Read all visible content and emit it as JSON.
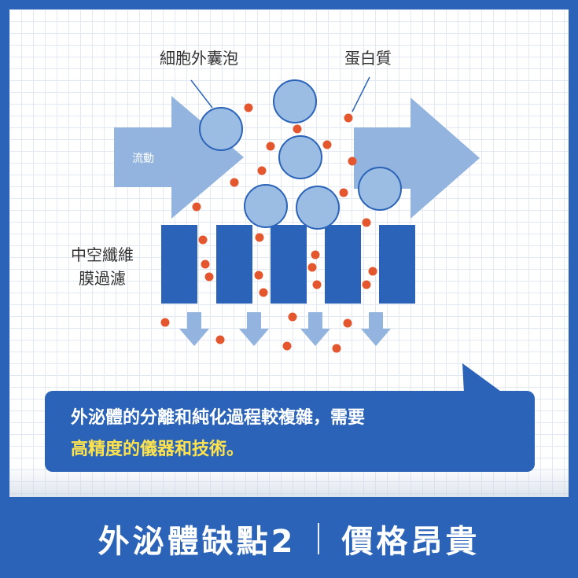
{
  "labels": {
    "vesicle": "細胞外囊泡",
    "protein": "蛋白質",
    "flow": "流動",
    "membrane_line1": "中空纖維",
    "membrane_line2": "膜過濾"
  },
  "callout": {
    "line1": "外泌體的分離和純化過程較複雜，需要",
    "line2": "高精度的儀器和技術。"
  },
  "footer": {
    "left": "外泌體缺點2",
    "right": "價格昂貴"
  },
  "colors": {
    "navy": "#2a63b8",
    "arrow": "#92b4de",
    "vesicle_fill": "#9bbde3",
    "vesicle_stroke": "#2a63b8",
    "protein": "#e4572e",
    "highlight": "#ffe34d",
    "bar": "#2a63b8"
  }
}
